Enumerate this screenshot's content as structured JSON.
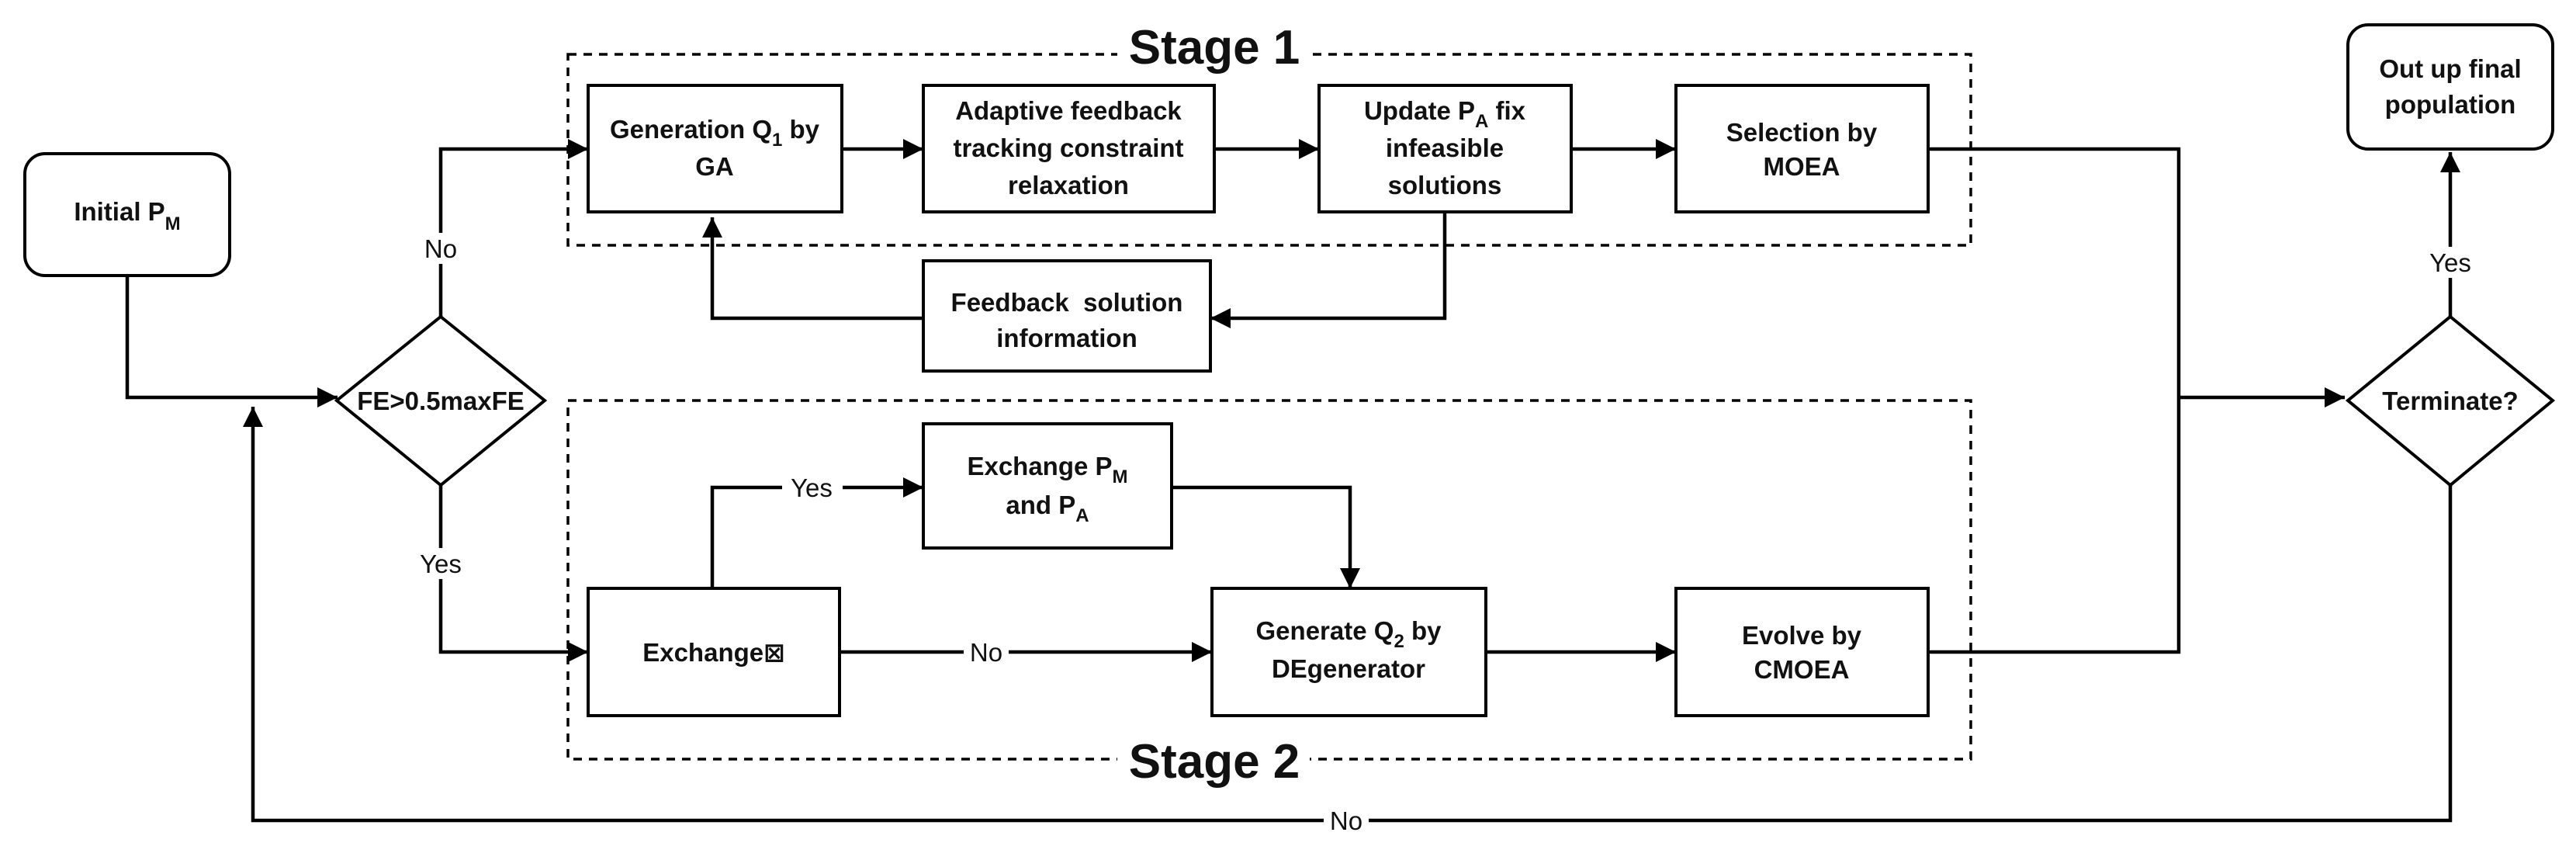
{
  "stages": {
    "stage1": "Stage 1",
    "stage2": "Stage 2"
  },
  "nodes": {
    "initial": {
      "text": "Initial P",
      "sub": "M"
    },
    "decision_fe": "FE>0.5maxFE",
    "generation_q1": {
      "pre": "Generation Q",
      "sub": "1",
      "post": " by",
      "line2": "GA"
    },
    "adaptive": [
      "Adaptive feedback",
      "tracking constraint",
      "relaxation"
    ],
    "update_pa": {
      "pre": "Update P",
      "sub": "A",
      "post": " fix",
      "line2": "infeasible",
      "line3": "solutions"
    },
    "selection": [
      "Selection by",
      "MOEA"
    ],
    "feedback": [
      "Feedback  solution",
      "information"
    ],
    "exchange_pm_pa": {
      "pre": "Exchange P",
      "sub1": "M",
      "mid": "and P",
      "sub2": "A"
    },
    "exchange": "Exchange⊠",
    "generate_q2": {
      "pre": "Generate Q",
      "sub": "2",
      "post": " by",
      "line2": "DEgenerator"
    },
    "evolve": [
      "Evolve by",
      "CMOEA"
    ],
    "terminate": "Terminate?",
    "output": [
      "Out up final",
      "population"
    ]
  },
  "edge_labels": {
    "fe_no": "No",
    "fe_yes": "Yes",
    "exchange_yes": "Yes",
    "exchange_no": "No",
    "terminate_yes": "Yes",
    "terminate_no": "No"
  }
}
